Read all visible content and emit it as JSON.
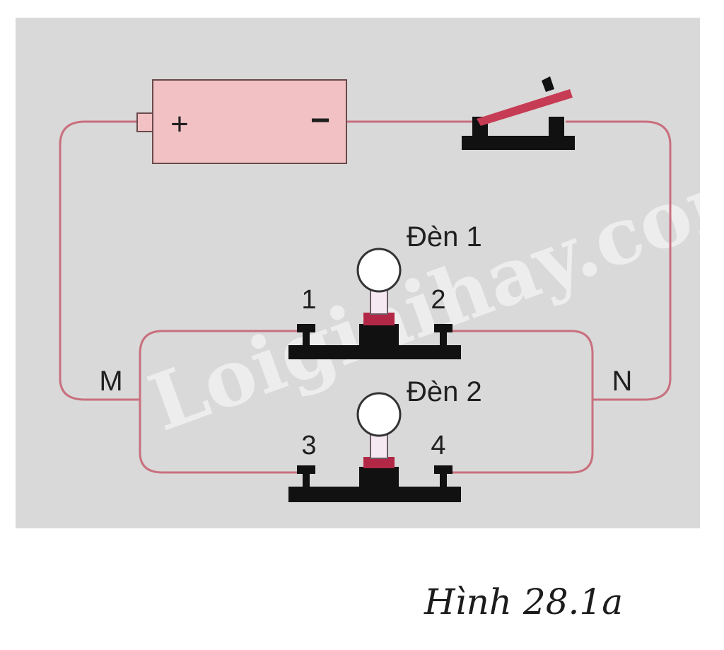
{
  "battery": {
    "plus": "+",
    "minus": "−"
  },
  "nodes": {
    "m": "M",
    "n": "N"
  },
  "lamp1": {
    "label": "Đèn 1",
    "terminal_left": "1",
    "terminal_right": "2"
  },
  "lamp2": {
    "label": "Đèn 2",
    "terminal_left": "3",
    "terminal_right": "4"
  },
  "watermark": "Loigiaihay.com",
  "caption": "Hình 28.1a",
  "colors": {
    "background": "#d9d9d9",
    "wire": "#c9707e",
    "battery_fill": "#f2c1c3",
    "switch_lever": "#c63c54",
    "base": "#111111",
    "bulb_neck": "#b32746"
  }
}
